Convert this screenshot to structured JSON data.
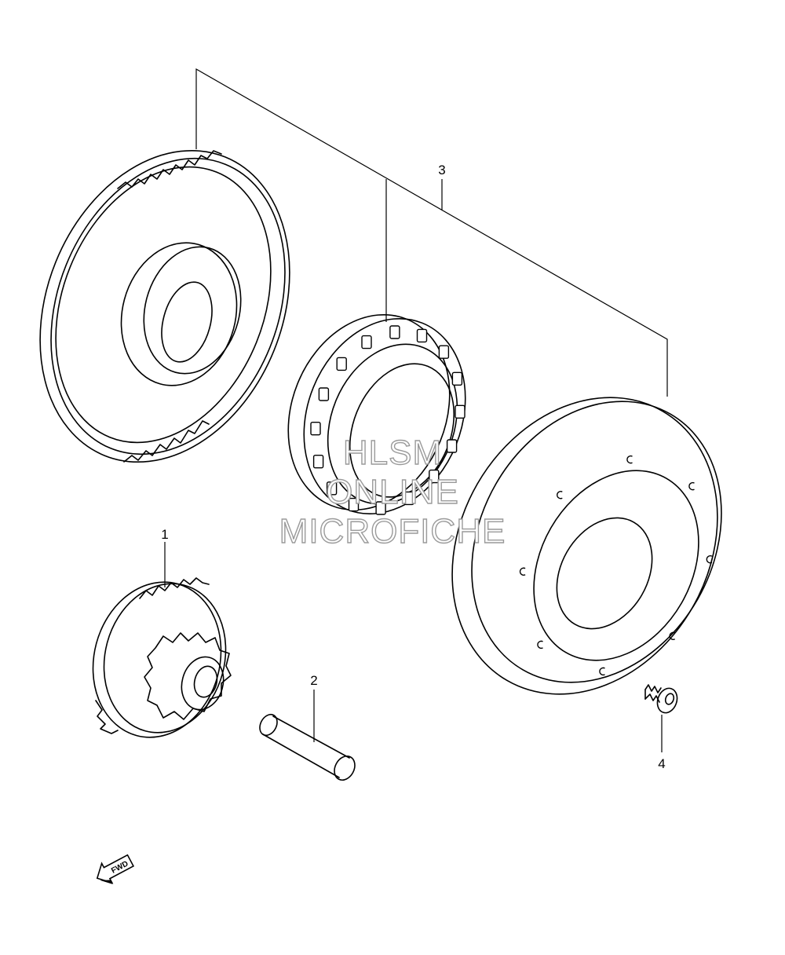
{
  "diagram": {
    "callouts": [
      {
        "id": "1",
        "label": "1"
      },
      {
        "id": "2",
        "label": "2"
      },
      {
        "id": "3",
        "label": "3"
      },
      {
        "id": "4",
        "label": "4"
      }
    ],
    "fwd_label": "FWD"
  },
  "watermark": {
    "line1": "HLSM",
    "line2": "ONLINE",
    "line3": "MICROFICHE",
    "color": "#9a9a9a"
  }
}
